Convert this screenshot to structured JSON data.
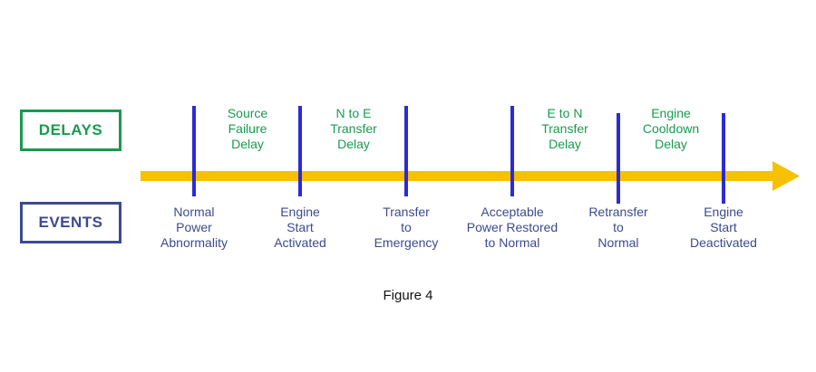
{
  "legend": {
    "delays": "DELAYS",
    "events": "EVENTS"
  },
  "colors": {
    "delay": "#1a9a4f",
    "event": "#3c4a8e",
    "marker": "#2b2bd6",
    "arrow": "#f6c100"
  },
  "delays": [
    "Source\nFailure\nDelay",
    "N to E\nTransfer\nDelay",
    "E to N\nTransfer\nDelay",
    "Engine\nCooldown\nDelay"
  ],
  "events": [
    "Normal\nPower\nAbnormality",
    "Engine\nStart\nActivated",
    "Transfer\nto\nEmergency",
    "Acceptable\nPower Restored\nto Normal",
    "Retransfer\nto\nNormal",
    "Engine\nStart\nDeactivated"
  ],
  "caption": "Figure 4"
}
